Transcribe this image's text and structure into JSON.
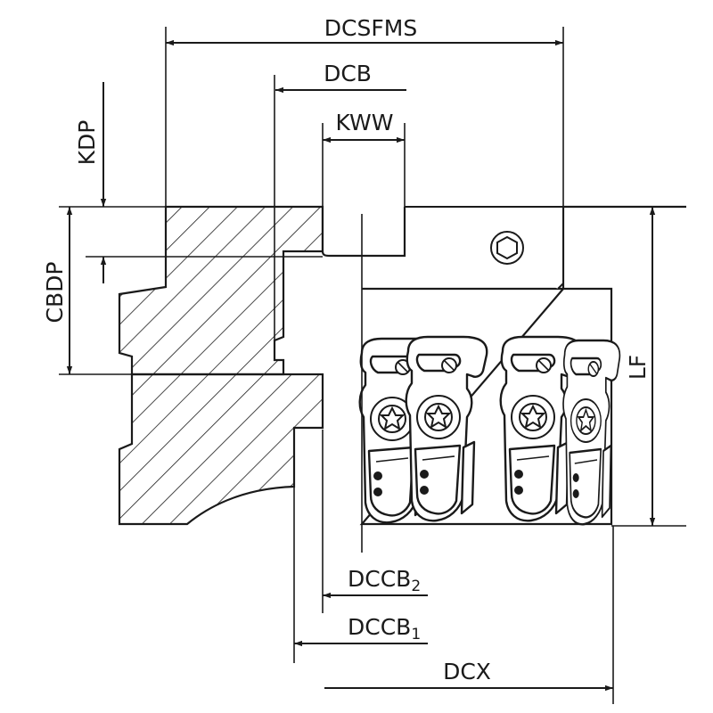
{
  "labels": {
    "dcsfms": "DCSFMS",
    "dcb": "DCB",
    "kww": "KWW",
    "kdp": "KDP",
    "cbdp": "CBDP",
    "lf": "LF",
    "dccb2_main": "DCCB",
    "dccb2_sub": "2",
    "dccb1_main": "DCCB",
    "dccb1_sub": "1",
    "dcx": "DCX"
  }
}
